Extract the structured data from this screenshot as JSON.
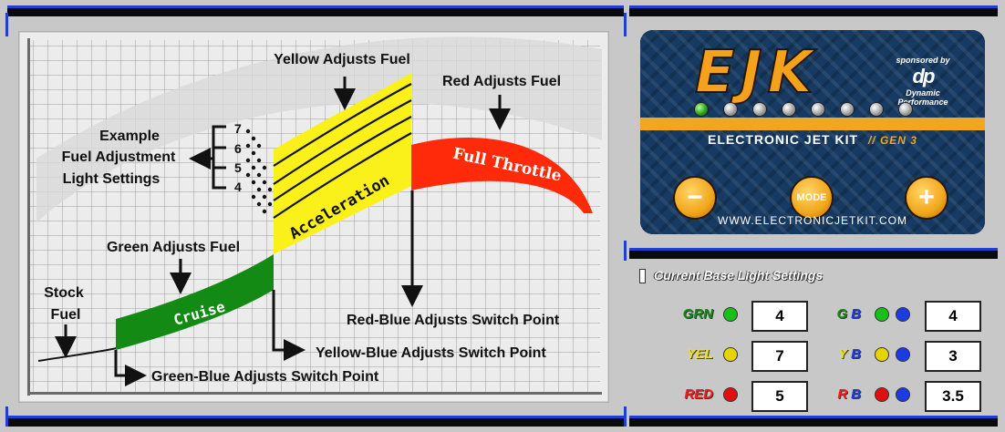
{
  "diagram": {
    "annotations": {
      "yellow_adjusts_fuel": "Yellow Adjusts Fuel",
      "red_adjusts_fuel": "Red Adjusts Fuel",
      "example_line1": "Example",
      "example_line2": "Fuel Adjustment",
      "example_line3": "Light Settings",
      "green_adjusts_fuel": "Green Adjusts Fuel",
      "stock_line1": "Stock",
      "stock_line2": "Fuel",
      "red_blue": "Red-Blue Adjusts Switch Point",
      "yellow_blue": "Yellow-Blue Adjusts Switch Point",
      "green_blue": "Green-Blue Adjusts Switch Point"
    },
    "scale_numbers": [
      "7",
      "6",
      "5",
      "4"
    ],
    "zones": {
      "cruise": "Cruise",
      "acceleration": "Acceleration",
      "full_throttle": "Full Throttle"
    },
    "colors": {
      "green": "#138a13",
      "yellow": "#fbf11a",
      "red": "#ff2a0a"
    }
  },
  "controller": {
    "brand": "EJK",
    "sponsor_top": "sponsored by",
    "sponsor_logo": "dp",
    "sponsor_bottom": "Dynamic Performance",
    "title": "ELECTRONIC JET KIT",
    "gen": "// GEN 3",
    "minus_label": "−",
    "mode_label": "MODE",
    "plus_label": "+",
    "url": "WWW.ELECTRONICJETKIT.COM",
    "leds": [
      {
        "icon": "led-indicator-icon",
        "state": "on",
        "color": "green"
      },
      {
        "icon": "led-indicator-icon",
        "state": "off"
      },
      {
        "icon": "led-indicator-icon",
        "state": "off"
      },
      {
        "icon": "led-indicator-icon",
        "state": "off"
      },
      {
        "icon": "led-indicator-icon",
        "state": "off"
      },
      {
        "icon": "led-indicator-icon",
        "state": "off"
      },
      {
        "icon": "led-indicator-icon",
        "state": "off"
      },
      {
        "icon": "led-indicator-icon",
        "state": "off"
      }
    ]
  },
  "settings": {
    "header": "Current Base Light Settings",
    "rows": [
      {
        "label": "GRN",
        "color": "#0f8c0f",
        "dot": "#18c018",
        "value": "4",
        "pair_label_a": "G",
        "pair_label_b": "B",
        "pair_dot": "#18c018",
        "pair_value": "4"
      },
      {
        "label": "YEL",
        "color": "#f4e200",
        "dot": "#e6d400",
        "value": "7",
        "pair_label_a": "Y",
        "pair_label_b": "B",
        "pair_dot": "#e6d400",
        "pair_value": "3"
      },
      {
        "label": "RED",
        "color": "#ff1a1a",
        "dot": "#e01010",
        "value": "5",
        "pair_label_a": "R",
        "pair_label_b": "B",
        "pair_dot": "#e01010",
        "pair_value": "3.5"
      }
    ],
    "blue_dot": "#1c3ae6",
    "blue_label": "#1d3bd8"
  }
}
